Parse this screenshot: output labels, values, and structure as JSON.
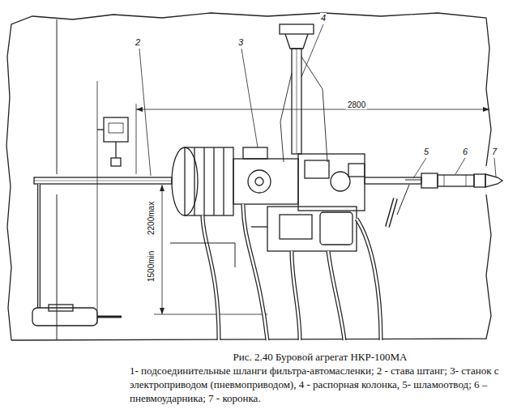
{
  "diagram": {
    "caption": "Рис. 2.40 Буровой агрегат НКР-100МА",
    "labels": [
      "2",
      "3",
      "4",
      "5",
      "6",
      "7",
      "2800",
      "2200max",
      "1500min",
      "1- подсоединительные шланги фильтра-автомасленки; 2 - става штанг;  3- станок с электроприводом (пневмоприводом), 4 - распорная колонка, 5- шламоотвод; 6 – пневмоударника; 7 - коронка."
    ]
  }
}
